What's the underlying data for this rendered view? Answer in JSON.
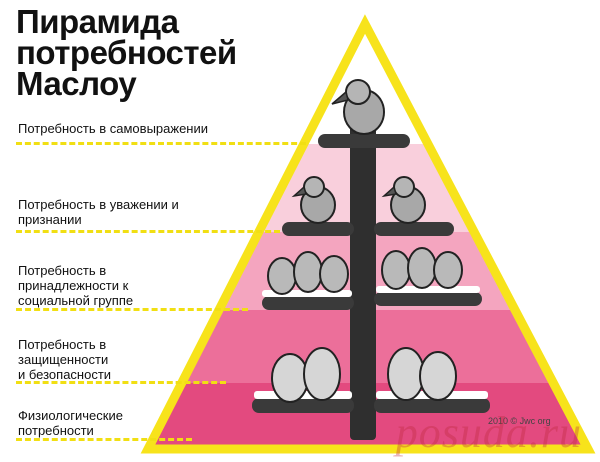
{
  "title_lines": [
    "Пирамида",
    "потребностей",
    "Маслоу"
  ],
  "levels": [
    {
      "label_lines": [
        "Потребность в самовыражении"
      ],
      "color": "#ffffff"
    },
    {
      "label_lines": [
        "Потребность в уважении и",
        "признании"
      ],
      "color": "#f9cfdc"
    },
    {
      "label_lines": [
        "Потребность в",
        "принадлежности к",
        "социальной группе"
      ],
      "color": "#f4a5bf"
    },
    {
      "label_lines": [
        "Потребность в",
        "защищенности",
        "и безопасности"
      ],
      "color": "#ec6f9a"
    },
    {
      "label_lines": [
        "Физиологические",
        "потребности"
      ],
      "color": "#e34a7f"
    }
  ],
  "colors": {
    "outline": "#f7e31b",
    "dash": "#f1df13",
    "trunk": "#2f2f2f",
    "bird": "#a8a8a8",
    "snow": "#ffffff"
  },
  "watermark": "posuda.ru",
  "signature": "2010 © Jwc org"
}
